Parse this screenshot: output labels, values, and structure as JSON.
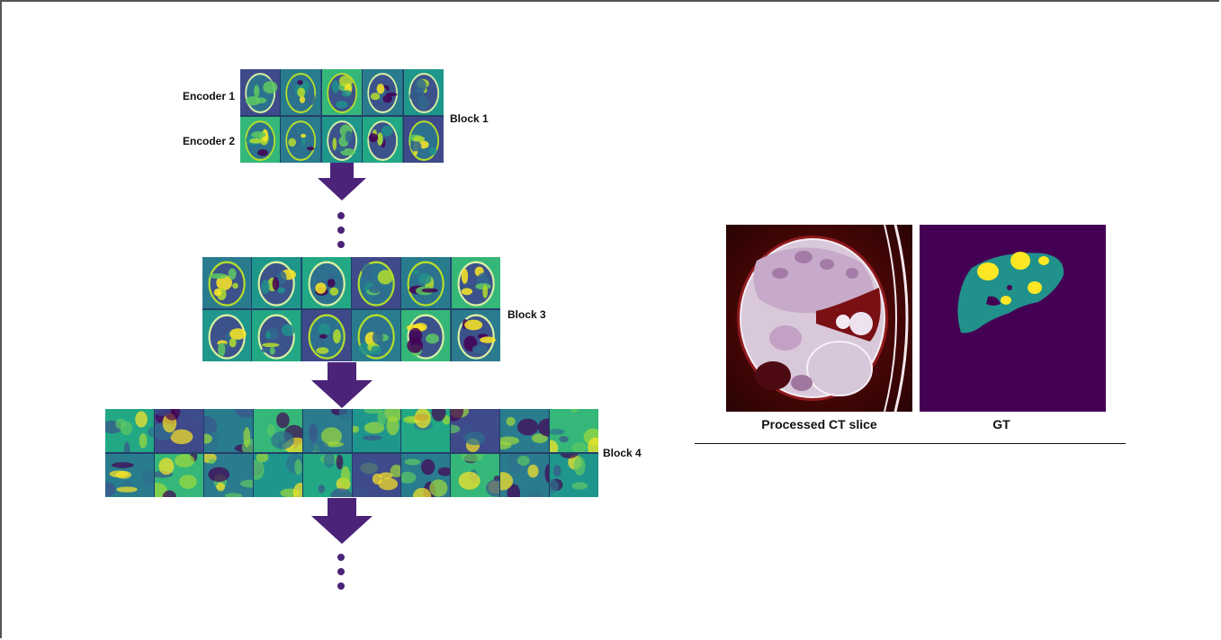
{
  "labels": {
    "encoder1": "Encoder 1",
    "encoder2": "Encoder 2",
    "block1": "Block 1",
    "block3": "Block 3",
    "block4": "Block 4"
  },
  "captions": {
    "ct": "Processed CT slice",
    "gt": "GT"
  },
  "blocks": {
    "block1": {
      "tiles_per_row": 5
    },
    "block3": {
      "tiles_per_row": 6
    },
    "block4": {
      "tiles_per_row": 10
    }
  },
  "colors": {
    "arrow": "#4b2378",
    "viridis_dark": "#440154",
    "viridis_teal": "#21918c",
    "viridis_yellow": "#fde725",
    "ct_background": "#3a0506"
  }
}
